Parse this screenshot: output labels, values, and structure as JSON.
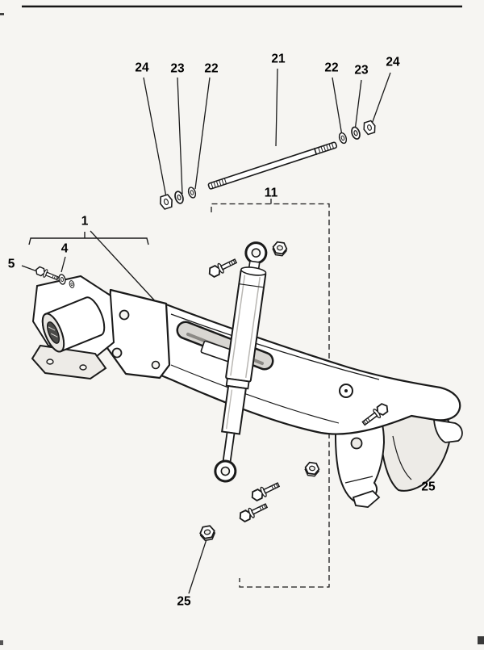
{
  "page": {
    "background": "#f6f5f2",
    "ink": "#1a1a1a"
  },
  "figure": {
    "kind": "exploded-parts-diagram",
    "callouts": [
      {
        "id": "24-left",
        "label": "24"
      },
      {
        "id": "23-left",
        "label": "23"
      },
      {
        "id": "22-left",
        "label": "22"
      },
      {
        "id": "21",
        "label": "21"
      },
      {
        "id": "22-right",
        "label": "22"
      },
      {
        "id": "23-right",
        "label": "23"
      },
      {
        "id": "24-right",
        "label": "24"
      },
      {
        "id": "11",
        "label": "11"
      },
      {
        "id": "1",
        "label": "1"
      },
      {
        "id": "4",
        "label": "4"
      },
      {
        "id": "5",
        "label": "5"
      },
      {
        "id": "25-right",
        "label": "25"
      },
      {
        "id": "25-bottom",
        "label": "25"
      }
    ]
  }
}
